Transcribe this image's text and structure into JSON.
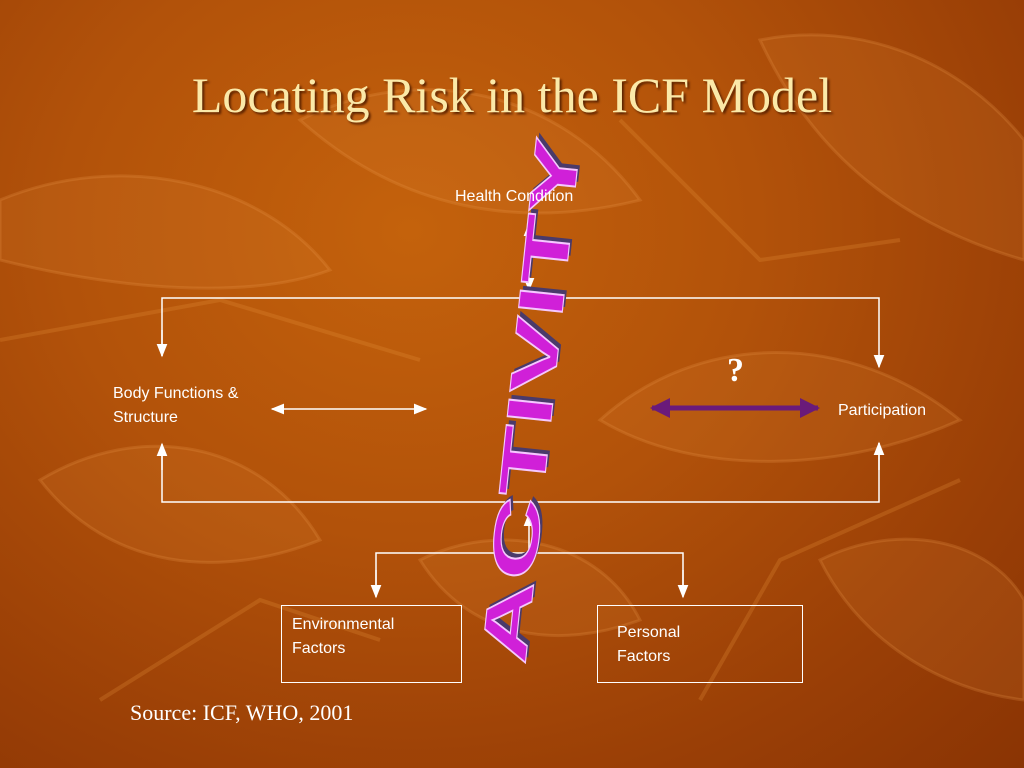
{
  "slide": {
    "title": "Locating Risk in the ICF Model",
    "source": "Source: ICF, WHO, 2001"
  },
  "diagram": {
    "health_condition": "Health Condition",
    "body_functions_line1": "Body Functions &",
    "body_functions_line2": "Structure",
    "activity": "ACTIVITY",
    "question_mark": "?",
    "participation": "Participation",
    "environmental_line1": "Environmental",
    "environmental_line2": "Factors",
    "personal_line1": "Personal",
    "personal_line2": "Factors"
  },
  "colors": {
    "background": "#b2520a",
    "title": "#fbe9a8",
    "activity_fill": "#d020d8",
    "activity_shadow": "#4a3a6a",
    "purple_arrow": "#6a1a7a",
    "lines": "#ffffff"
  }
}
